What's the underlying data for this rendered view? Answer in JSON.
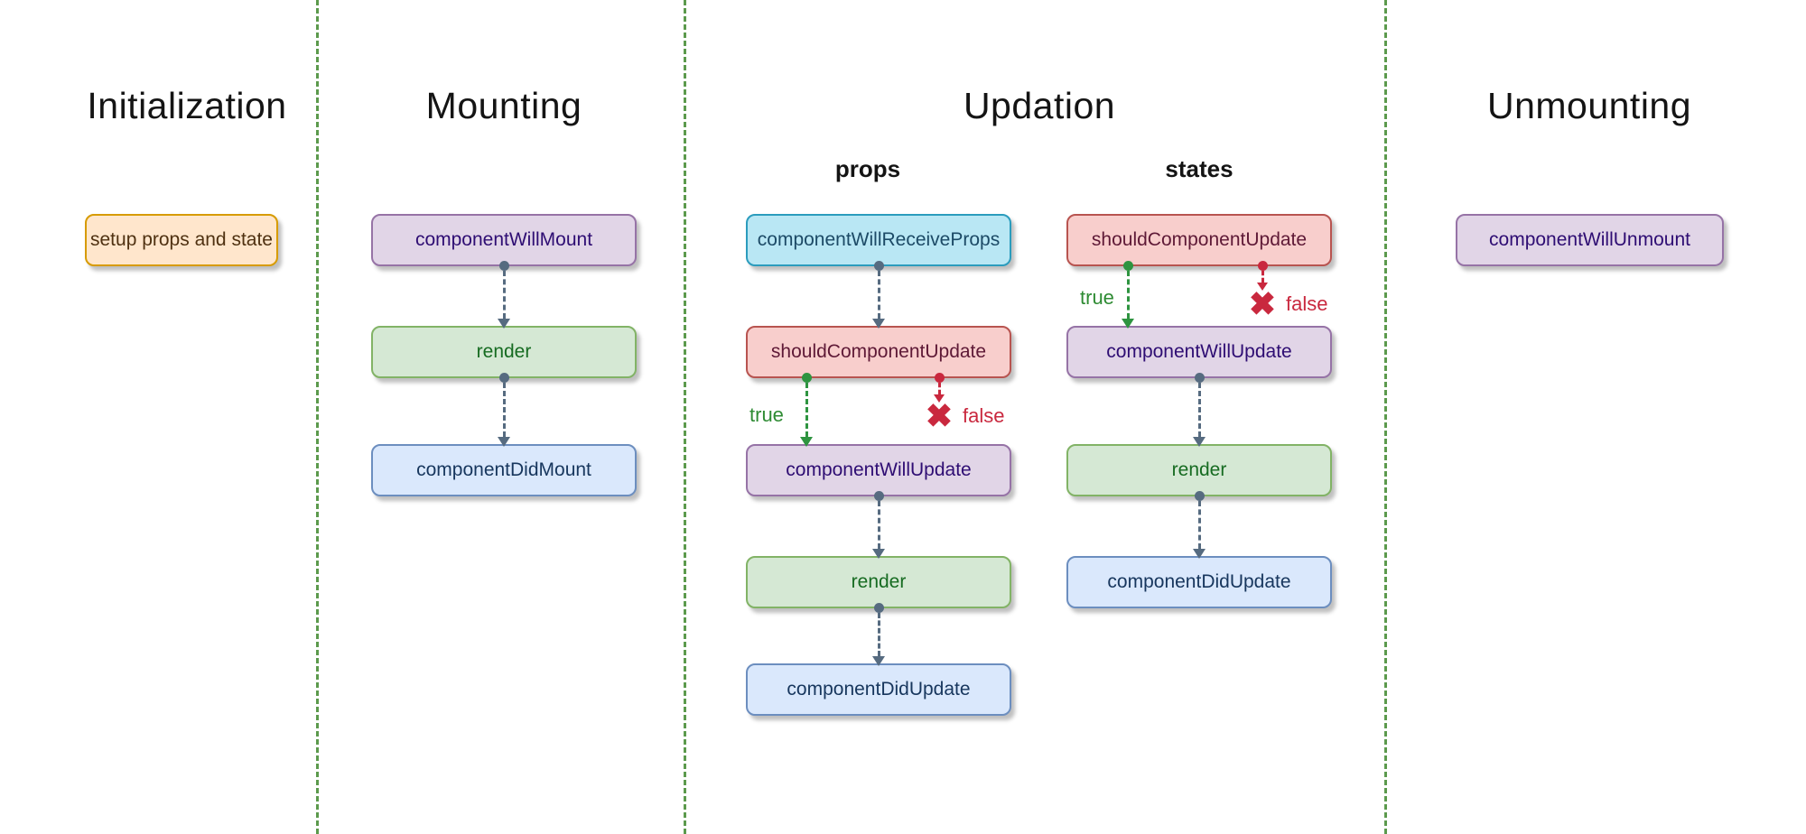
{
  "sections": {
    "initialization": {
      "title": "Initialization"
    },
    "mounting": {
      "title": "Mounting"
    },
    "updation": {
      "title": "Updation",
      "props_label": "props",
      "states_label": "states"
    },
    "unmounting": {
      "title": "Unmounting"
    }
  },
  "nodes": {
    "setup": {
      "label": "setup props and state"
    },
    "component_will_mount": {
      "label": "componentWillMount"
    },
    "mount_render": {
      "label": "render"
    },
    "component_did_mount": {
      "label": "componentDidMount"
    },
    "component_will_receive_props": {
      "label": "componentWillReceiveProps"
    },
    "props_should_component_update": {
      "label": "shouldComponentUpdate"
    },
    "props_component_will_update": {
      "label": "componentWillUpdate"
    },
    "props_render": {
      "label": "render"
    },
    "props_component_did_update": {
      "label": "componentDidUpdate"
    },
    "states_should_component_update": {
      "label": "shouldComponentUpdate"
    },
    "states_component_will_update": {
      "label": "componentWillUpdate"
    },
    "states_render": {
      "label": "render"
    },
    "states_component_did_update": {
      "label": "componentDidUpdate"
    },
    "component_will_unmount": {
      "label": "componentWillUnmount"
    }
  },
  "branches": {
    "true_label": "true",
    "false_label": "false"
  },
  "icons": {
    "x_mark": "✖"
  },
  "colors": {
    "background": "#ffffff",
    "divider_green": "#5c9a4d",
    "arrow_slate": "#566b80",
    "true_green": "#2e9440",
    "false_red": "#c9283e",
    "palette": {
      "purple": {
        "fill": "#e1d5e7",
        "stroke": "#9673a6",
        "text": "#2e0d73"
      },
      "green": {
        "fill": "#d5e8d4",
        "stroke": "#82b366",
        "text": "#166b21"
      },
      "blue": {
        "fill": "#dae8fc",
        "stroke": "#6c8ebf",
        "text": "#17365d"
      },
      "red": {
        "fill": "#f8cecc",
        "stroke": "#b85450",
        "text": "#5e1936"
      },
      "cyan": {
        "fill": "#b9e7f4",
        "stroke": "#2b9cbd",
        "text": "#1c4a66"
      },
      "orange": {
        "fill": "#ffe6cc",
        "stroke": "#d79b00",
        "text": "#4f3111"
      }
    }
  }
}
